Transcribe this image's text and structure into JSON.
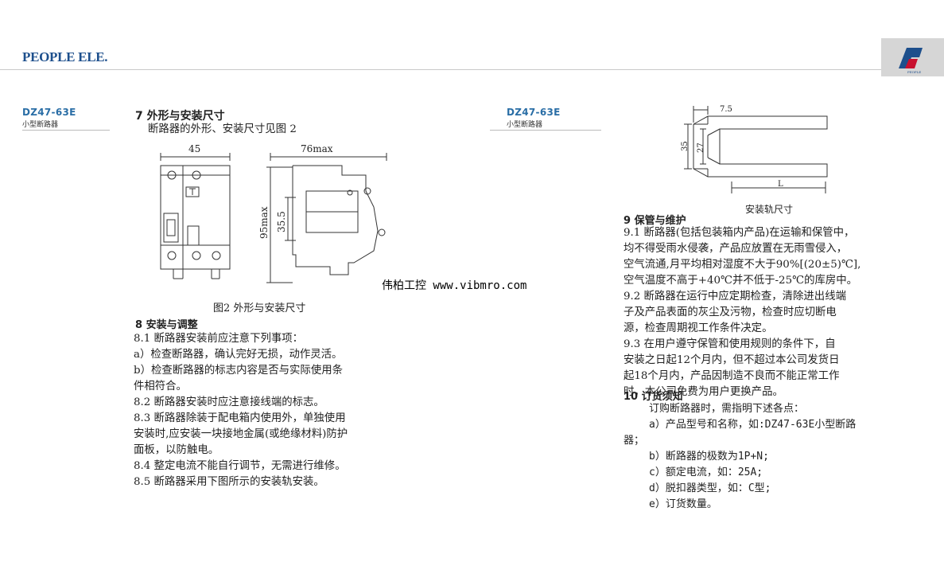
{
  "header": {
    "brand": "PEOPLE ELE.",
    "logo_text": "PEOPLE"
  },
  "left_tag": {
    "model": "DZ47-63E",
    "subtitle": "小型断路器"
  },
  "right_tag": {
    "model": "DZ47-63E",
    "subtitle": "小型断路器"
  },
  "section7": {
    "heading": "7  外形与安装尺寸",
    "intro": "断路器的外形、安装尺寸见图 2"
  },
  "figure2": {
    "dim_width": "45",
    "dim_depth": "76max",
    "dim_height": "95max",
    "dim_mid": "35.5",
    "caption": "图2   外形与安装尺寸"
  },
  "watermark": "伟柏工控 www.vibmro.com",
  "section8": {
    "heading": "8  安装与调整",
    "lines": [
      "8.1 断路器安装前应注意下列事项：",
      "a）检查断路器，确认完好无损，动作灵活。",
      "b）检查断路器的标志内容是否与实际使用条",
      "件相符合。",
      "8.2 断路器安装时应注意接线端的标志。",
      "8.3 断路器除装于配电箱内使用外，单独使用",
      "安装时,应安装一块接地金属(或绝缘材料)防护",
      "面板，以防触电。",
      "8.4 整定电流不能自行调节，无需进行维修。",
      "8.5 断路器采用下图所示的安装轨安装。"
    ]
  },
  "rail_figure": {
    "dim_top": "7.5",
    "dim_35": "35",
    "dim_27": "27",
    "dim_L": "L",
    "caption": "安装轨尺寸"
  },
  "section9": {
    "heading": "9  保管与维护",
    "lines": [
      "9.1 断路器(包括包装箱内产品)在运输和保管中，",
      "均不得受雨水侵袭，产品应放置在无雨雪侵入，",
      "空气流通,月平均相对湿度不大于90%[(20±5)℃],",
      "空气温度不高于+40℃并不低于-25℃的库房中。",
      "9.2 断路器在运行中应定期检查，清除进出线端",
      "子及产品表面的灰尘及污物，检查时应切断电",
      "源，检查周期视工作条件决定。",
      "9.3 在用户遵守保管和使用规则的条件下，自",
      "安装之日起12个月内，但不超过本公司发货日",
      "起18个月内，产品因制造不良而不能正常工作",
      "时，本公司免费为用户更换产品。"
    ]
  },
  "section10": {
    "heading": "10  订货须知",
    "lines": [
      "订购断路器时，需指明下述各点：",
      "a）产品型号和名称，如:DZ47-63E小型断路",
      "器；",
      "b）断路器的极数为1P+N;",
      "c）额定电流，如：25A;",
      "d）脱扣器类型，如：C型;",
      "e）订货数量。"
    ]
  },
  "colors": {
    "brand": "#1d4f8c",
    "model": "#2a6ea6",
    "logo_bg": "#d6d6d6"
  }
}
